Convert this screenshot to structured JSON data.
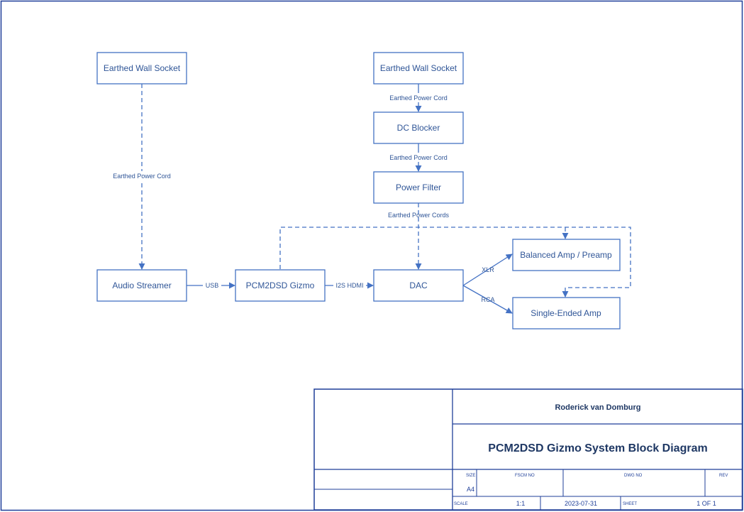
{
  "colors": {
    "accent": "#4472c4",
    "text": "#2f5597",
    "frame": "#1f3f99"
  },
  "nodes": {
    "wall_socket_left": "Earthed Wall Socket",
    "wall_socket_right": "Earthed Wall Socket",
    "dc_blocker": "DC Blocker",
    "power_filter": "Power Filter",
    "audio_streamer": "Audio Streamer",
    "gizmo": "PCM2DSD Gizmo",
    "dac": "DAC",
    "balanced_amp": "Balanced Amp / Preamp",
    "single_ended_amp": "Single-Ended Amp"
  },
  "edges": {
    "left_power_cord": "Earthed Power Cord",
    "socket_to_dc": "Earthed Power Cord",
    "dc_to_filter": "Earthed Power Cord",
    "filter_out": "Earthed Power Cords",
    "usb": "USB",
    "i2s": "I2S HDMI",
    "xlr": "XLR",
    "rca": "RCA"
  },
  "title_block": {
    "author": "Roderick van Domburg",
    "title": "PCM2DSD Gizmo System Block Diagram",
    "size_label": "SIZE",
    "size_value": "A4",
    "fscm_label": "FSCM NO",
    "dwg_label": "DWG NO",
    "rev_label": "REV",
    "scale_label": "SCALE",
    "scale_value": "1:1",
    "date_value": "2023-07-31",
    "sheet_label": "SHEET",
    "sheet_value": "1 OF 1"
  }
}
